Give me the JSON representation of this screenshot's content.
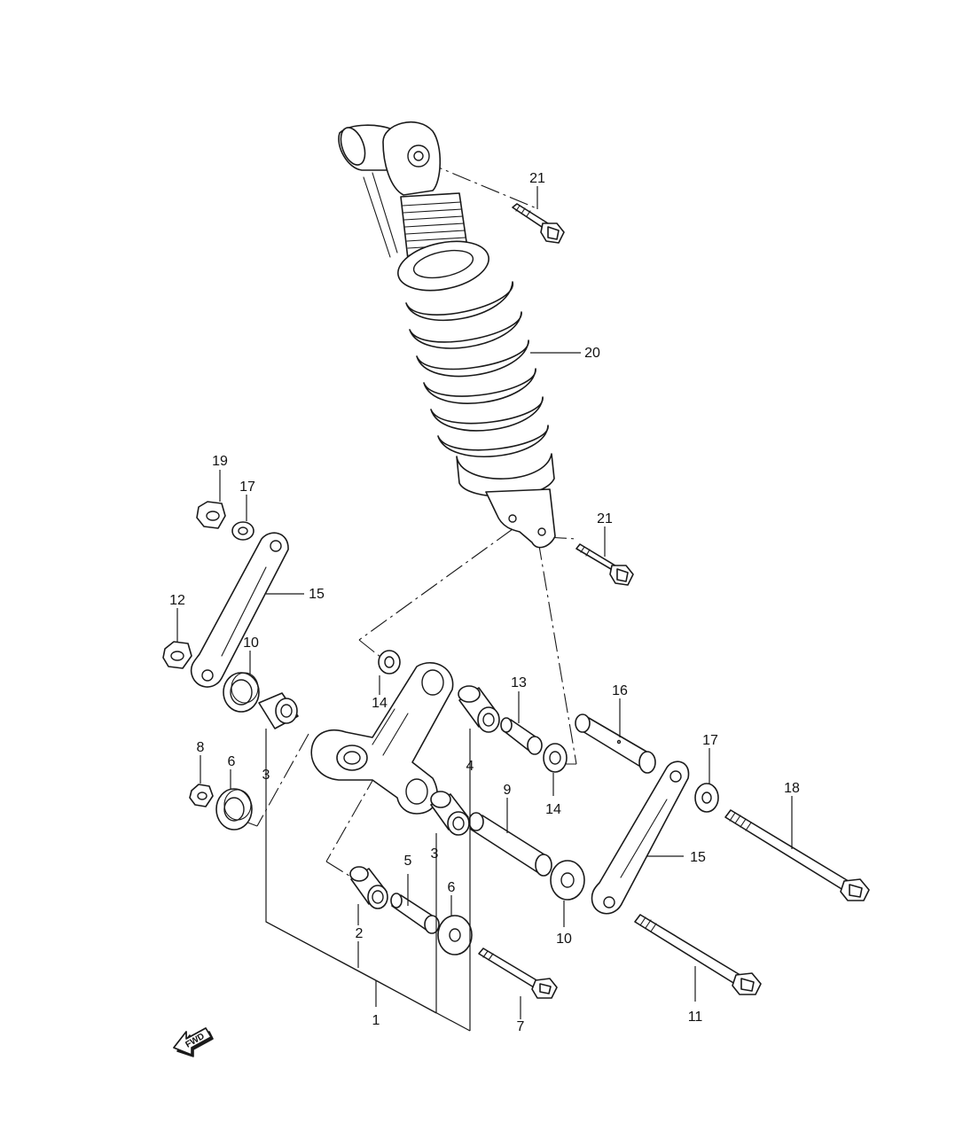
{
  "callouts": {
    "c1": "1",
    "c2": "2",
    "c3a": "3",
    "c3b": "3",
    "c4": "4",
    "c5": "5",
    "c6a": "6",
    "c6b": "6",
    "c7": "7",
    "c8": "8",
    "c9": "9",
    "c10a": "10",
    "c10b": "10",
    "c11": "11",
    "c12": "12",
    "c13": "13",
    "c14a": "14",
    "c14b": "14",
    "c15a": "15",
    "c15b": "15",
    "c16": "16",
    "c17a": "17",
    "c17b": "17",
    "c18": "18",
    "c19": "19",
    "c20": "20",
    "c21a": "21",
    "c21b": "21"
  },
  "fwd_label": "FWD",
  "icons": {
    "direction": "fwd-arrow-icon"
  }
}
